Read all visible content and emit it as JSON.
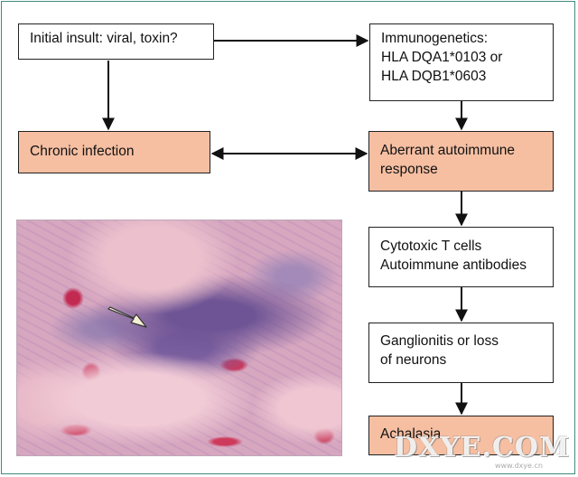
{
  "boxes": {
    "initial_insult": "Initial insult: viral, toxin?",
    "immunogenetics": "Immunogenetics:\nHLA DQA1*0103 or\nHLA DQB1*0603",
    "chronic_infection": "Chronic infection",
    "aberrant_autoimmune": "Aberrant autoimmune\nresponse",
    "cytotoxic": "Cytotoxic T cells\nAutoimmune antibodies",
    "ganglionitis": "Ganglionitis or loss\nof neurons",
    "achalasia": "Achalasia"
  },
  "colors": {
    "highlight_box": "#f6bfa2",
    "plain_box": "#ffffff",
    "frame": "#3f8a80",
    "arrow": "#111111"
  },
  "watermark": {
    "main": "DXYE.COM",
    "sub": "www.dxye.cn"
  }
}
